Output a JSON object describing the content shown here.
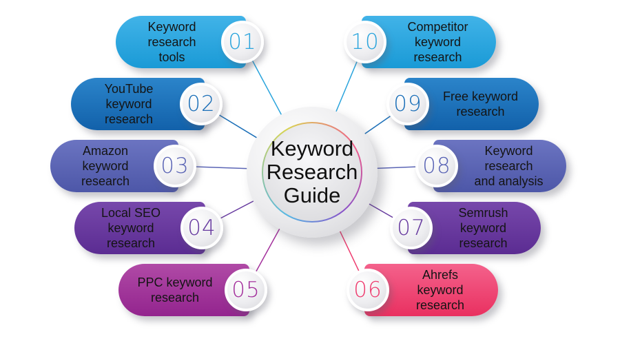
{
  "title": {
    "lines": [
      "Keyword",
      "Research",
      "Guide"
    ]
  },
  "items": [
    {
      "number": "01",
      "label": "Keyword research tools",
      "lines": [
        "Keyword research",
        "tools"
      ],
      "side": "left",
      "gradient": [
        "#41b3e8",
        "#1a9ad6"
      ],
      "accent": "#2aa4dc"
    },
    {
      "number": "02",
      "label": "YouTube keyword research",
      "lines": [
        "YouTube keyword",
        "research"
      ],
      "side": "left",
      "gradient": [
        "#2b84ca",
        "#1261aa"
      ],
      "accent": "#1b6fb8"
    },
    {
      "number": "03",
      "label": "Amazon keyword research",
      "lines": [
        "Amazon keyword",
        "research"
      ],
      "side": "left",
      "gradient": [
        "#6b74c1",
        "#4d57a8"
      ],
      "accent": "#5a64b5"
    },
    {
      "number": "04",
      "label": "Local SEO keyword research",
      "lines": [
        "Local SEO",
        "keyword research"
      ],
      "side": "left",
      "gradient": [
        "#7748ab",
        "#5b2c92"
      ],
      "accent": "#66399f"
    },
    {
      "number": "05",
      "label": "PPC keyword research",
      "lines": [
        "PPC keyword",
        "research"
      ],
      "side": "left",
      "gradient": [
        "#b04aa6",
        "#93248e"
      ],
      "accent": "#a3309c"
    },
    {
      "number": "06",
      "label": "Ahrefs keyword research",
      "lines": [
        "Ahrefs",
        "keyword research"
      ],
      "side": "right",
      "gradient": [
        "#f4628c",
        "#e93060"
      ],
      "accent": "#ee3c6f"
    },
    {
      "number": "07",
      "label": "Semrush keyword research",
      "lines": [
        "Semrush",
        "keyword research"
      ],
      "side": "right",
      "gradient": [
        "#7748ab",
        "#5b2c92"
      ],
      "accent": "#66399f"
    },
    {
      "number": "08",
      "label": "Keyword research and analysis",
      "lines": [
        "Keyword research",
        "and analysis"
      ],
      "side": "right",
      "gradient": [
        "#6b74c1",
        "#4d57a8"
      ],
      "accent": "#5a64b5"
    },
    {
      "number": "09",
      "label": "Free keyword research",
      "lines": [
        "Free keyword",
        "research"
      ],
      "side": "right",
      "gradient": [
        "#2b84ca",
        "#1261aa"
      ],
      "accent": "#1b6fb8"
    },
    {
      "number": "10",
      "label": "Competitor keyword research",
      "lines": [
        "Competitor",
        "keyword research"
      ],
      "side": "right",
      "gradient": [
        "#41b3e8",
        "#1a9ad6"
      ],
      "accent": "#2aa4dc"
    }
  ],
  "colors": {
    "background": "#ffffff",
    "label_text": "#141414",
    "title_text": "#101010",
    "ring_colors": [
      "#56b8e4",
      "#d8d452",
      "#ef5b8a",
      "#8a50c8"
    ]
  }
}
